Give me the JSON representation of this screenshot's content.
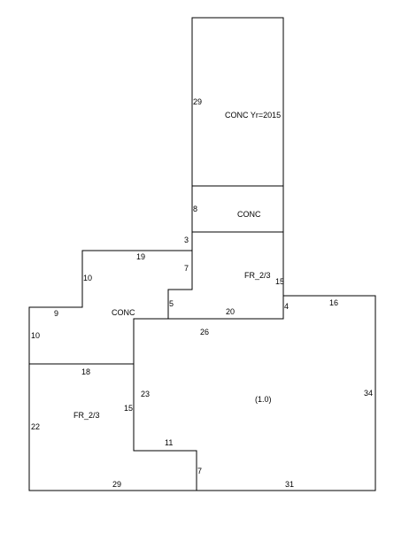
{
  "sketch": {
    "line_color": "#000000",
    "background": "#ffffff",
    "areas": {
      "top_conc_yr": "CONC Yr=2015",
      "mid_conc": "CONC",
      "upper_fr": "FR_2/3",
      "left_conc": "CONC",
      "lower_left_fr": "FR_2/3",
      "main": "(1.0)"
    },
    "dimensions": {
      "top_conc_height": "29",
      "mid_conc_height": "8",
      "step_3": "3",
      "top_edge_19": "19",
      "left_step_10": "10",
      "notch_7": "7",
      "notch_5": "5",
      "upper_fr_right_15": "15",
      "upper_fr_bottom_20": "20",
      "step_4": "4",
      "right_top_16": "16",
      "left_top_9": "9",
      "left_side_10": "10",
      "inner_26": "26",
      "divider_18": "18",
      "inner_23": "23",
      "inner_15": "15",
      "right_side_34": "34",
      "left_side_22": "22",
      "notch_11": "11",
      "notch_7_bottom": "7",
      "bottom_left_29": "29",
      "bottom_right_31": "31"
    }
  }
}
